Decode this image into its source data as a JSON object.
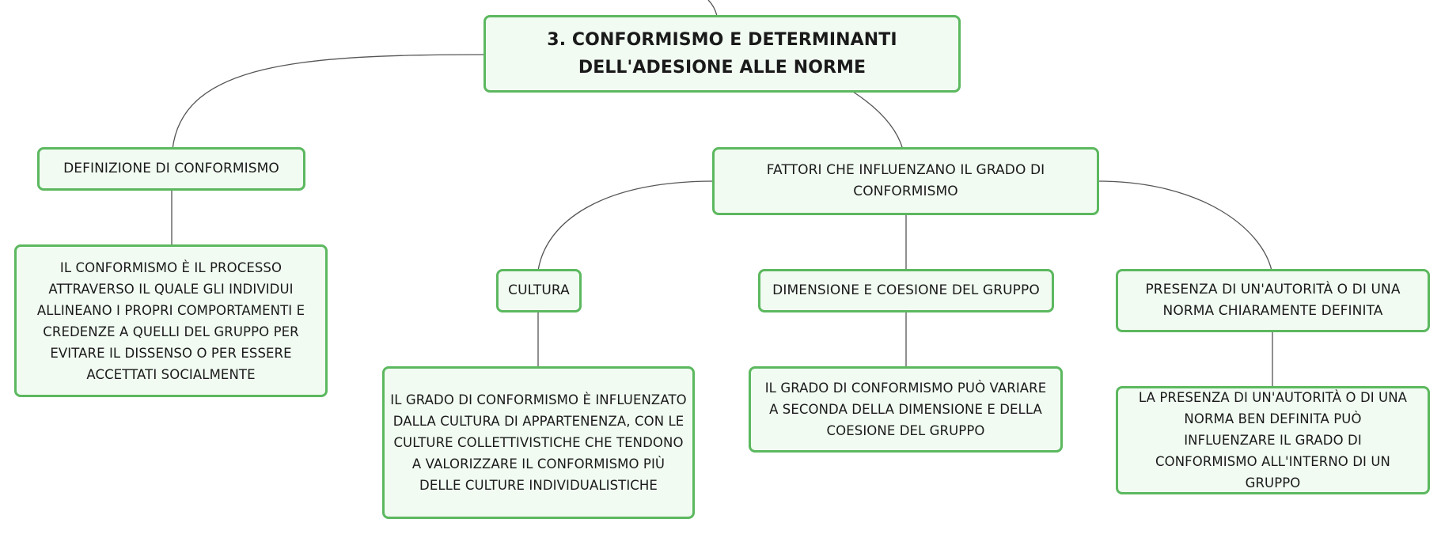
{
  "diagram": {
    "root": "3. CONFORMISMO E DETERMINANTI DELL'ADESIONE ALLE NORME",
    "definition": {
      "title": "DEFINIZIONE DI CONFORMISMO",
      "text": "IL CONFORMISMO È IL PROCESSO ATTRAVERSO IL QUALE GLI INDIVIDUI ALLINEANO I PROPRI COMPORTAMENTI E CREDENZE A QUELLI DEL GRUPPO PER EVITARE IL DISSENSO O PER ESSERE ACCETTATI SOCIALMENTE"
    },
    "factors": {
      "title": "FATTORI CHE INFLUENZANO IL GRADO DI CONFORMISMO",
      "culture": {
        "title": "CULTURA",
        "text": "IL GRADO DI CONFORMISMO È INFLUENZATO DALLA CULTURA DI APPARTENENZA, CON LE CULTURE COLLETTIVISTICHE CHE TENDONO A VALORIZZARE IL CONFORMISMO PIÙ DELLE CULTURE INDIVIDUALISTICHE"
      },
      "group": {
        "title": "DIMENSIONE E COESIONE DEL GRUPPO",
        "text": "IL GRADO DI CONFORMISMO PUÒ VARIARE A SECONDA DELLA DIMENSIONE E DELLA COESIONE DEL GRUPPO"
      },
      "authority": {
        "title": "PRESENZA DI UN'AUTORITÀ O DI UNA NORMA CHIARAMENTE DEFINITA",
        "text": "LA PRESENZA DI UN'AUTORITÀ O DI UNA NORMA BEN DEFINITA PUÒ INFLUENZARE IL GRADO DI CONFORMISMO ALL'INTERNO DI UN GRUPPO"
      }
    }
  },
  "colors": {
    "node_border": "#5cb85f",
    "node_fill": "#f1fbf2",
    "connector": "#555555",
    "text": "#1a1a1a"
  }
}
